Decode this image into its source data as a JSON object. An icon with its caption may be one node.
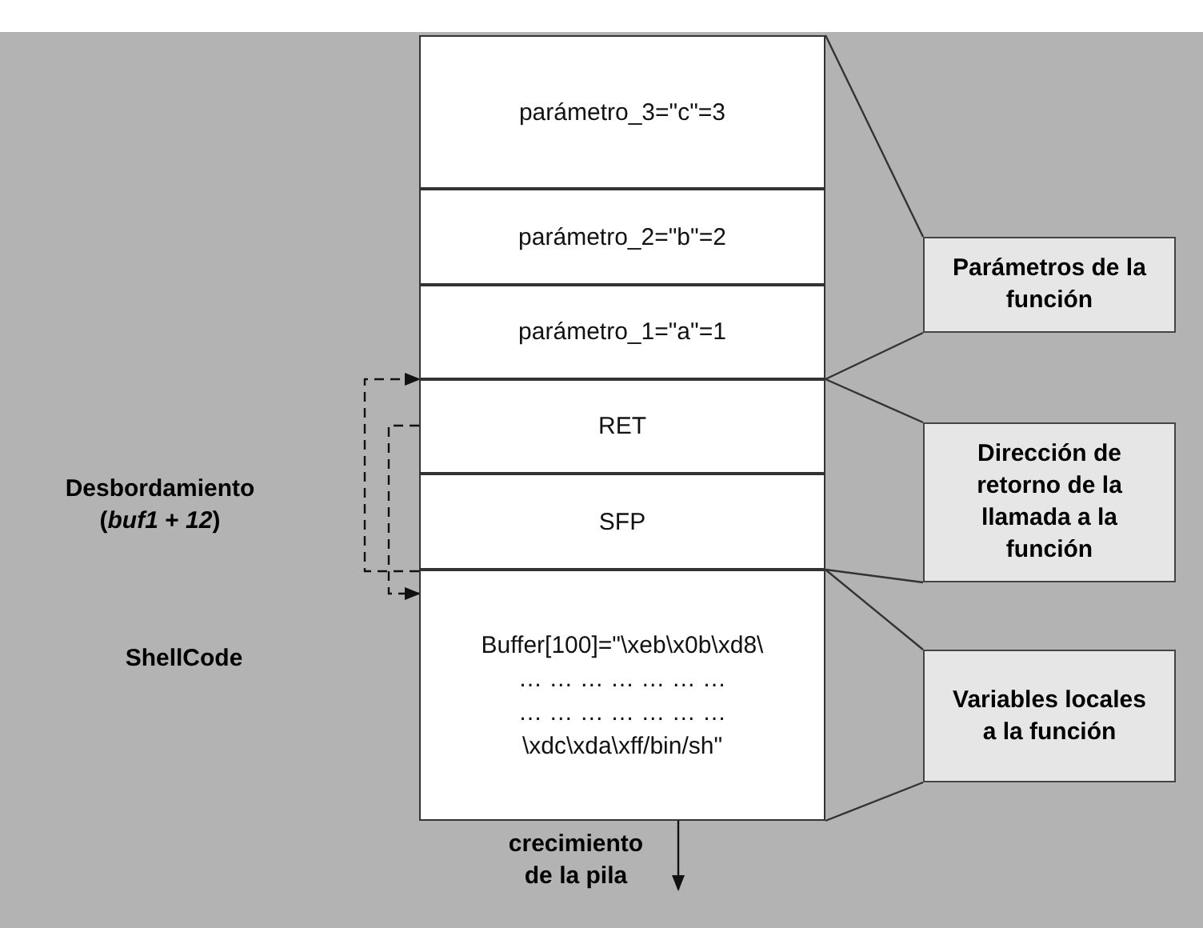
{
  "diagram": {
    "nodes": [
      {
        "text": [
          "parámetro_3=\"c\"=3"
        ]
      },
      {
        "text": [
          "parámetro_2=\"b\"=2"
        ]
      },
      {
        "text": [
          "parámetro_1=\"a\"=1"
        ]
      },
      {
        "text": [
          "RET"
        ]
      },
      {
        "text": [
          "SFP"
        ]
      },
      {
        "text": [
          "Buffer[100]=\"\\xeb\\x0b\\xd8\\",
          "… … … … … … …",
          "… … … … … … …",
          "\\xdc\\xda\\xff/bin/sh\""
        ]
      },
      {
        "text": [
          "Parámetros de la función"
        ]
      },
      {
        "text": [
          "Dirección de retorno de la llamada a la función"
        ]
      },
      {
        "text": [
          "Variables locales a la función"
        ]
      }
    ],
    "edges": [
      {
        "from": 5,
        "to": 3,
        "arrow": "to",
        "style": "dashed"
      },
      {
        "from": 3,
        "to": 5,
        "arrow": "to",
        "style": "dashed"
      }
    ],
    "labels": [
      "Desbordamiento (*buf1* + *12*)",
      "ShellCode",
      "crecimiento de la pila"
    ]
  }
}
